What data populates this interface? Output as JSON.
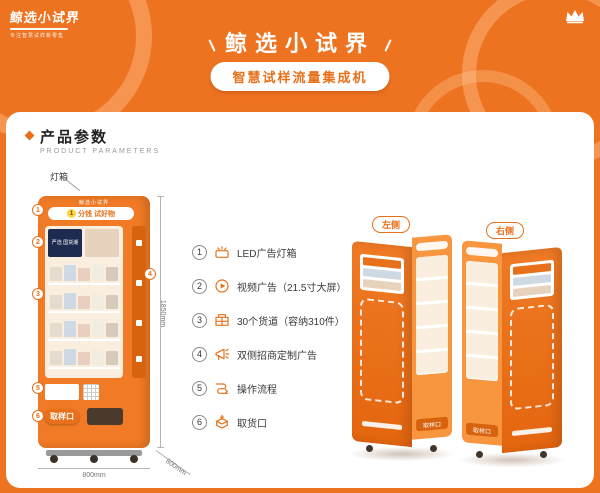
{
  "theme": {
    "orange": "#EE7320",
    "accent": "#E8701A",
    "card_bg": "#FFFFFF",
    "text_dark": "#333333"
  },
  "header": {
    "logo_text": "鲸选小试界",
    "logo_tagline": "专注智慧试样新零售",
    "title": "鲸选小试界",
    "subtitle_pill": "智慧试样流量集成机"
  },
  "section": {
    "title": "产品参数",
    "subtitle": "PRODUCT PARAMETERS"
  },
  "machine": {
    "lightbox_label": "灯箱",
    "brand_small": "鲸选小试界",
    "banner_badge": "1",
    "banner_text": "分钱 试好物",
    "poster_text": "严选 国货潮",
    "pickup_label": "取样口",
    "callouts": [
      "1",
      "2",
      "3",
      "4",
      "5",
      "6"
    ],
    "dims": {
      "height": "1850mm",
      "width": "800mm",
      "depth": "800mm"
    }
  },
  "features": [
    {
      "num": "1",
      "icon": "led-lightbox-icon",
      "label": "LED广告灯箱"
    },
    {
      "num": "2",
      "icon": "video-ad-icon",
      "label": "视频广告（21.5寸大屏）"
    },
    {
      "num": "3",
      "icon": "goods-channel-icon",
      "label": "30个货道（容纳310件）"
    },
    {
      "num": "4",
      "icon": "side-ad-icon",
      "label": "双侧招商定制广告"
    },
    {
      "num": "5",
      "icon": "operation-flow-icon",
      "label": "操作流程"
    },
    {
      "num": "6",
      "icon": "pickup-port-icon",
      "label": "取货口"
    }
  ],
  "views": [
    {
      "label": "左侧",
      "pickup_label": "取样口"
    },
    {
      "label": "右侧",
      "pickup_label": "取样口"
    }
  ]
}
